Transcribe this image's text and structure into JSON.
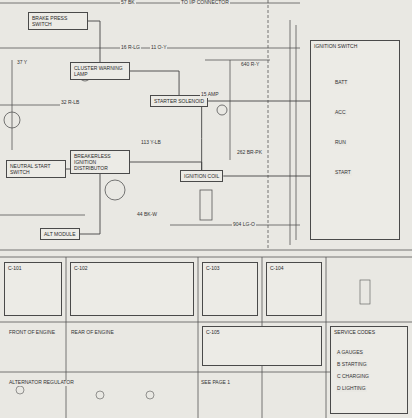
{
  "diagram": {
    "nodes": [
      {
        "text": [
          "BRAKE PRESS SWITCH"
        ]
      },
      {
        "text": [
          "CLUSTER WARNING LAMP"
        ]
      },
      {
        "text": [
          "NEUTRAL START SWITCH"
        ]
      },
      {
        "text": [
          "BREAKERLESS IGNITION DISTRIBUTOR"
        ]
      },
      {
        "text": [
          "STARTER SOLENOID"
        ]
      },
      {
        "text": [
          "IGNITION COIL"
        ]
      },
      {
        "text": [
          "IGNITION SWITCH"
        ]
      },
      {
        "text": [
          "ALT MODULE"
        ]
      },
      {
        "text": [
          "C-101"
        ]
      },
      {
        "text": [
          "C-102"
        ]
      },
      {
        "text": [
          "C-103"
        ]
      },
      {
        "text": [
          "C-104"
        ]
      },
      {
        "text": [
          "C-105"
        ]
      },
      {
        "text": [
          "SERVICE CODES"
        ]
      }
    ],
    "edges": [
      {
        "from": 0,
        "to": 1,
        "arrow": "none"
      },
      {
        "from": 1,
        "to": 4,
        "arrow": "none"
      },
      {
        "from": 2,
        "to": 3,
        "arrow": "none"
      },
      {
        "from": 3,
        "to": 5,
        "arrow": "none"
      },
      {
        "from": 4,
        "to": 5,
        "arrow": "none"
      },
      {
        "from": 4,
        "to": 6,
        "arrow": "none"
      },
      {
        "from": 5,
        "to": 6,
        "arrow": "none"
      },
      {
        "from": 7,
        "to": 3,
        "arrow": "none"
      }
    ],
    "labels": [
      "57 BK",
      "16 R-LG",
      "37 Y",
      "32 R-LB",
      "113 Y-LB",
      "44 BK-W",
      "640 R-Y",
      "262 BR-PK",
      "904 LG-O",
      "11 O-Y",
      "TO I/P CONNECTOR",
      "15 AMP",
      "BATT",
      "ACC",
      "RUN",
      "START",
      "A  GAUGES",
      "B  STARTING",
      "C  CHARGING",
      "D  LIGHTING",
      "FRONT OF ENGINE",
      "REAR OF ENGINE",
      "ALTERNATOR REGULATOR",
      "SEE PAGE 1"
    ]
  }
}
